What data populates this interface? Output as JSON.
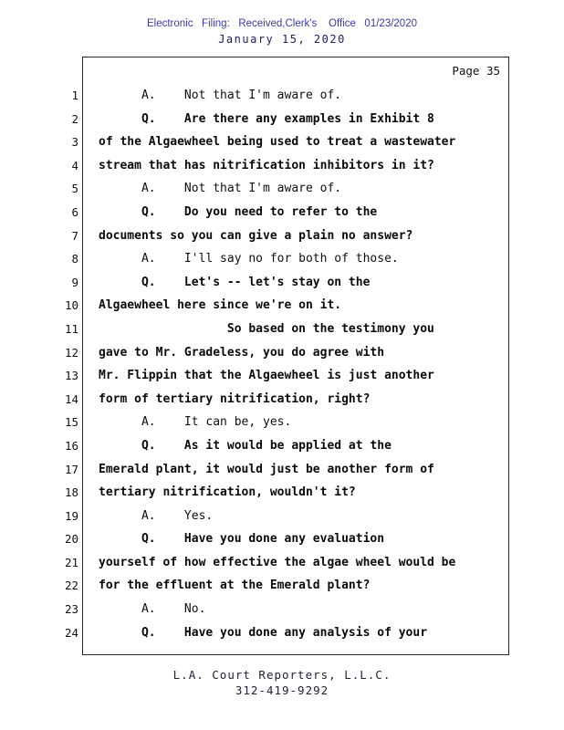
{
  "header": {
    "filing_line": "Electronic   Filing:   Received,Clerk's    Office   01/23/2020",
    "date_line": "January 15, 2020"
  },
  "transcript": {
    "page_label": "Page 35",
    "lines": [
      {
        "n": "1",
        "bold": false,
        "text": "      A.    Not that I'm aware of."
      },
      {
        "n": "2",
        "bold": true,
        "text": "      Q.    Are there any examples in Exhibit 8"
      },
      {
        "n": "3",
        "bold": true,
        "text": "of the Algaewheel being used to treat a wastewater"
      },
      {
        "n": "4",
        "bold": true,
        "text": "stream that has nitrification inhibitors in it?"
      },
      {
        "n": "5",
        "bold": false,
        "text": "      A.    Not that I'm aware of."
      },
      {
        "n": "6",
        "bold": true,
        "text": "      Q.    Do you need to refer to the"
      },
      {
        "n": "7",
        "bold": true,
        "text": "documents so you can give a plain no answer?"
      },
      {
        "n": "8",
        "bold": false,
        "text": "      A.    I'll say no for both of those."
      },
      {
        "n": "9",
        "bold": true,
        "text": "      Q.    Let's -- let's stay on the"
      },
      {
        "n": "10",
        "bold": true,
        "text": "Algaewheel here since we're on it."
      },
      {
        "n": "11",
        "bold": true,
        "text": "                  So based on the testimony you"
      },
      {
        "n": "12",
        "bold": true,
        "text": "gave to Mr. Gradeless, you do agree with"
      },
      {
        "n": "13",
        "bold": true,
        "text": "Mr. Flippin that the Algaewheel is just another"
      },
      {
        "n": "14",
        "bold": true,
        "text": "form of tertiary nitrification, right?"
      },
      {
        "n": "15",
        "bold": false,
        "text": "      A.    It can be, yes."
      },
      {
        "n": "16",
        "bold": true,
        "text": "      Q.    As it would be applied at the"
      },
      {
        "n": "17",
        "bold": true,
        "text": "Emerald plant, it would just be another form of"
      },
      {
        "n": "18",
        "bold": true,
        "text": "tertiary nitrification, wouldn't it?"
      },
      {
        "n": "19",
        "bold": false,
        "text": "      A.    Yes."
      },
      {
        "n": "20",
        "bold": true,
        "text": "      Q.    Have you done any evaluation"
      },
      {
        "n": "21",
        "bold": true,
        "text": "yourself of how effective the algae wheel would be"
      },
      {
        "n": "22",
        "bold": true,
        "text": "for the effluent at the Emerald plant?"
      },
      {
        "n": "23",
        "bold": false,
        "text": "      A.    No."
      },
      {
        "n": "24",
        "bold": true,
        "text": "      Q.    Have you done any analysis of your"
      }
    ]
  },
  "footer": {
    "company": "L.A. Court Reporters, L.L.C.",
    "phone": "312-419-9292"
  }
}
